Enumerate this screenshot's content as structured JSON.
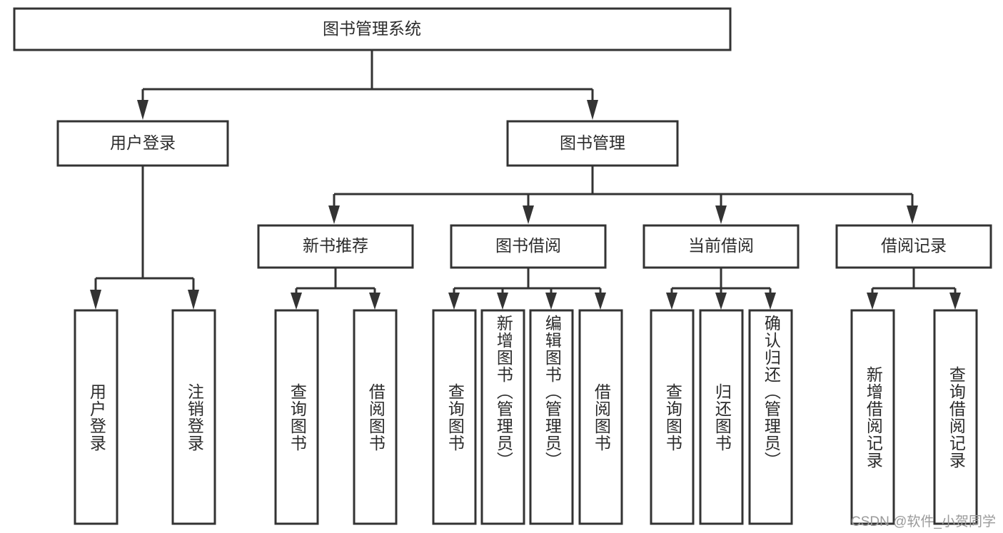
{
  "diagram": {
    "type": "tree",
    "title": "图书管理系统",
    "orientation": "top-down",
    "watermark": "CSDN @软件_小贺同学",
    "colors": {
      "box_stroke": "#333333",
      "box_fill": "#ffffff",
      "text": "#2b2b2b",
      "background": "#ffffff",
      "watermark": "#9a9a9a"
    },
    "levels": {
      "root": "图书管理系统",
      "level2": [
        "用户登录",
        "图书管理"
      ],
      "level3": [
        "新书推荐",
        "图书借阅",
        "当前借阅",
        "借阅记录"
      ],
      "leaves": [
        "用户登录",
        "注销登录",
        "查询图书",
        "借阅图书",
        "查询图书",
        "新增图书（管理员）",
        "编辑图书（管理员）",
        "借阅图书",
        "查询图书",
        "归还图书",
        "确认归还（管理员）",
        "新增借阅记录",
        "查询借阅记录"
      ]
    },
    "nodes": {
      "root": {
        "label": "图书管理系统"
      },
      "user_login": {
        "label": "用户登录"
      },
      "book_mgmt": {
        "label": "图书管理"
      },
      "new_book_rec": {
        "label": "新书推荐"
      },
      "book_borrow": {
        "label": "图书借阅"
      },
      "current_borrow": {
        "label": "当前借阅"
      },
      "borrow_record": {
        "label": "借阅记录"
      },
      "leaf_user_login": {
        "label": "用户登录"
      },
      "leaf_logout": {
        "label": "注销登录"
      },
      "leaf_query_book_1": {
        "label": "查询图书"
      },
      "leaf_borrow_book_1": {
        "label": "借阅图书"
      },
      "leaf_query_book_2": {
        "label": "查询图书"
      },
      "leaf_add_book_admin": {
        "label": "新增图书（管理员）"
      },
      "leaf_edit_book_admin": {
        "label": "编辑图书（管理员）"
      },
      "leaf_borrow_book_2": {
        "label": "借阅图书"
      },
      "leaf_query_book_3": {
        "label": "查询图书"
      },
      "leaf_return_book": {
        "label": "归还图书"
      },
      "leaf_confirm_return_admin": {
        "label": "确认归还（管理员）"
      },
      "leaf_add_borrow_record": {
        "label": "新增借阅记录"
      },
      "leaf_query_borrow_record": {
        "label": "查询借阅记录"
      }
    },
    "edges": [
      {
        "from": "root",
        "to": "user_login"
      },
      {
        "from": "root",
        "to": "book_mgmt"
      },
      {
        "from": "user_login",
        "to": "leaf_user_login"
      },
      {
        "from": "user_login",
        "to": "leaf_logout"
      },
      {
        "from": "book_mgmt",
        "to": "new_book_rec"
      },
      {
        "from": "book_mgmt",
        "to": "book_borrow"
      },
      {
        "from": "book_mgmt",
        "to": "current_borrow"
      },
      {
        "from": "book_mgmt",
        "to": "borrow_record"
      },
      {
        "from": "new_book_rec",
        "to": "leaf_query_book_1"
      },
      {
        "from": "new_book_rec",
        "to": "leaf_borrow_book_1"
      },
      {
        "from": "book_borrow",
        "to": "leaf_query_book_2"
      },
      {
        "from": "book_borrow",
        "to": "leaf_add_book_admin"
      },
      {
        "from": "book_borrow",
        "to": "leaf_edit_book_admin"
      },
      {
        "from": "book_borrow",
        "to": "leaf_borrow_book_2"
      },
      {
        "from": "current_borrow",
        "to": "leaf_query_book_3"
      },
      {
        "from": "current_borrow",
        "to": "leaf_return_book"
      },
      {
        "from": "current_borrow",
        "to": "leaf_confirm_return_admin"
      },
      {
        "from": "borrow_record",
        "to": "leaf_add_borrow_record"
      },
      {
        "from": "borrow_record",
        "to": "leaf_query_borrow_record"
      }
    ]
  }
}
